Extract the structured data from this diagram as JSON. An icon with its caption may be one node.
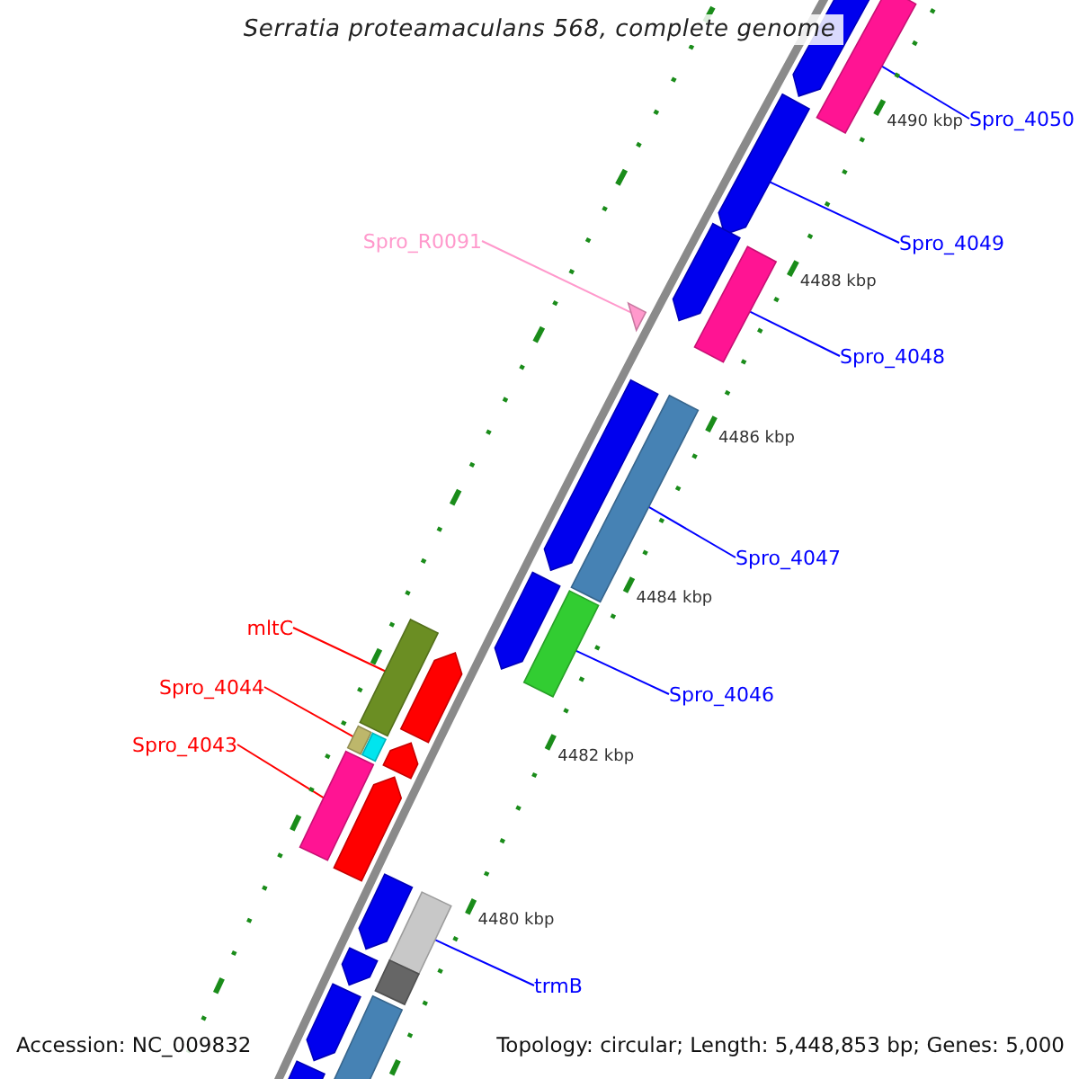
{
  "diagram": {
    "title": "Serratia proteamaculans 568, complete genome",
    "nodes": [
      {
        "text": [
          "Spro_4050"
        ]
      },
      {
        "text": [],
        "shape": "bar"
      },
      {
        "text": [
          "Spro_4049"
        ]
      },
      {
        "text": [],
        "shape": "arrow"
      },
      {
        "text": [
          "Spro_R0091"
        ]
      },
      {
        "text": [],
        "shape": "triangle"
      },
      {
        "text": [
          "Spro_4048"
        ]
      },
      {
        "text": [],
        "shape": "bar"
      },
      {
        "text": [
          "Spro_4047"
        ]
      },
      {
        "text": [],
        "shape": "bar"
      },
      {
        "text": [
          "mltC"
        ]
      },
      {
        "text": [],
        "shape": "bar"
      },
      {
        "text": [
          "Spro_4046"
        ]
      },
      {
        "text": [],
        "shape": "bar"
      },
      {
        "text": [
          "Spro_4044"
        ]
      },
      {
        "text": [],
        "shape": "bar"
      },
      {
        "text": [
          "Spro_4043"
        ]
      },
      {
        "text": [],
        "shape": "bar"
      },
      {
        "text": [
          "trmB"
        ]
      },
      {
        "text": [],
        "shape": "bar"
      },
      {
        "text": [],
        "shape": "arrow"
      },
      {
        "text": [],
        "shape": "arrow"
      },
      {
        "text": [],
        "shape": "arrow"
      },
      {
        "text": [],
        "shape": "arrow"
      },
      {
        "text": [],
        "shape": "arrow"
      },
      {
        "text": [],
        "shape": "arrow"
      },
      {
        "text": [],
        "shape": "arrow"
      },
      {
        "text": [],
        "shape": "arrow"
      },
      {
        "text": [],
        "shape": "bar"
      },
      {
        "text": [],
        "shape": "bar"
      },
      {
        "text": [],
        "shape": "arrow"
      },
      {
        "text": [],
        "shape": "arrow"
      },
      {
        "text": [],
        "shape": "arrow"
      },
      {
        "text": [],
        "shape": "bar"
      }
    ],
    "edges": [
      {
        "from": 0,
        "to": 1,
        "arrow": "none"
      },
      {
        "from": 2,
        "to": 3,
        "arrow": "none"
      },
      {
        "from": 4,
        "to": 5,
        "arrow": "none",
        "color": "#ff99cc"
      },
      {
        "from": 6,
        "to": 7,
        "arrow": "none"
      },
      {
        "from": 8,
        "to": 9,
        "arrow": "none"
      },
      {
        "from": 10,
        "to": 11,
        "arrow": "none",
        "color": "#ff0000"
      },
      {
        "from": 12,
        "to": 13,
        "arrow": "none"
      },
      {
        "from": 14,
        "to": 15,
        "arrow": "none",
        "color": "#ff0000"
      },
      {
        "from": 16,
        "to": 17,
        "arrow": "none",
        "color": "#ff0000"
      },
      {
        "from": 18,
        "to": 19,
        "arrow": "none"
      }
    ],
    "labels": [
      "4490 kbp",
      "4488 kbp",
      "4486 kbp",
      "4484 kbp",
      "4482 kbp",
      "4480 kbp",
      "Accession: NC_009832",
      "Topology: circular; Length: 5,448,853 bp; Genes: 5,000"
    ]
  }
}
